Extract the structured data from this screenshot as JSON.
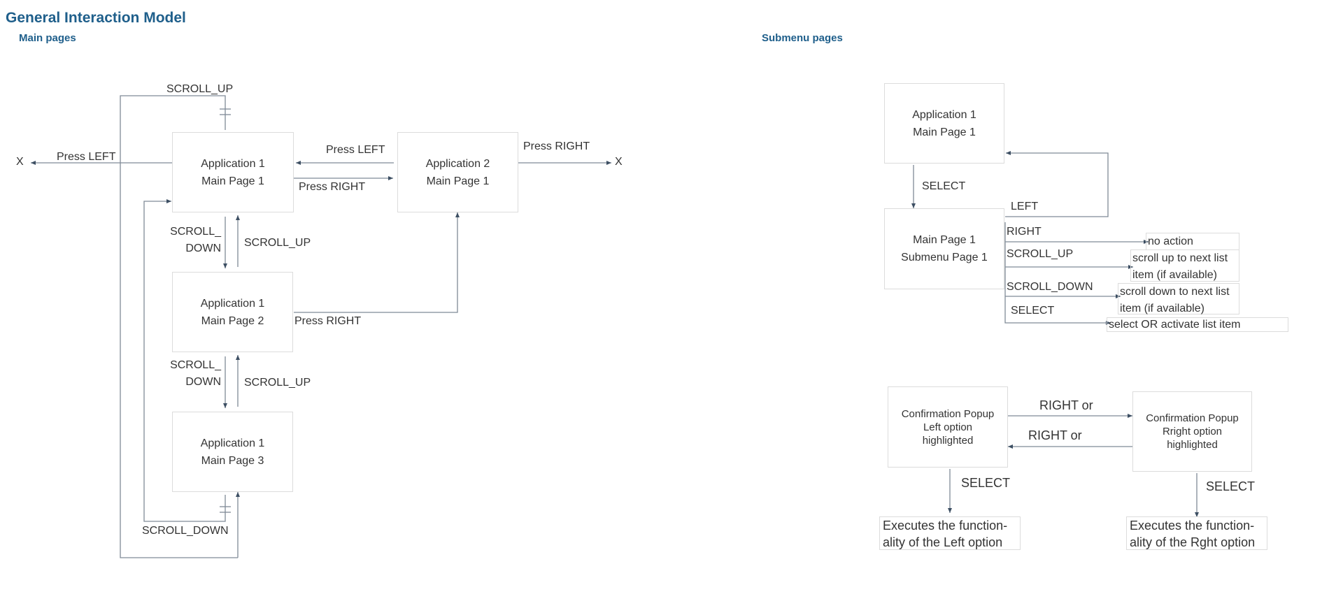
{
  "header": {
    "title": "General Interaction Model",
    "main_pages": "Main pages",
    "submenu_pages": "Submenu pages"
  },
  "main": {
    "app1_page1": {
      "line1": "Application 1",
      "line2": "Main Page 1"
    },
    "app1_page2": {
      "line1": "Application 1",
      "line2": "Main Page 2"
    },
    "app1_page3": {
      "line1": "Application 1",
      "line2": "Main Page 3"
    },
    "app2_page1": {
      "line1": "Application 2",
      "line2": "Main Page 1"
    },
    "exit_left": "X",
    "exit_right": "X",
    "press_left_exit": "Press LEFT",
    "press_left_back": "Press LEFT",
    "press_right_to_app2": "Press RIGHT",
    "press_right_exit": "Press RIGHT",
    "press_right_from_page2": "Press RIGHT",
    "scroll_up_top": "SCROLL_UP",
    "scroll_down_1_line1": "SCROLL_",
    "scroll_down_1_line2": "DOWN",
    "scroll_up_1": "SCROLL_UP",
    "scroll_down_2_line1": "SCROLL_",
    "scroll_down_2_line2": "DOWN",
    "scroll_up_2": "SCROLL_UP",
    "scroll_down_bottom": "SCROLL_DOWN"
  },
  "submenu": {
    "main_page1": {
      "line1": "Application 1",
      "line2": "Main Page 1"
    },
    "submenu_page1": {
      "line1": "Main Page 1",
      "line2": "Submenu Page 1"
    },
    "select": "SELECT",
    "left": "LEFT",
    "right": "RIGHT",
    "scroll_up": "SCROLL_UP",
    "scroll_down": "SCROLL_DOWN",
    "select2": "SELECT",
    "no_action": "no action",
    "scroll_up_result_line1": "scroll up to next list",
    "scroll_up_result_line2": "item (if available)",
    "scroll_down_result_line1": "scroll down to next list",
    "scroll_down_result_line2": "item (if available)",
    "select_result": "select OR activate list item"
  },
  "popup": {
    "left_box": {
      "line1": "Confirmation Popup",
      "line2": "Left option",
      "line3": "highlighted"
    },
    "right_box": {
      "line1": "Confirmation Popup",
      "line2": "Rright option",
      "line3": "highlighted"
    },
    "right_or_top": "RIGHT or",
    "right_or_bottom": "RIGHT or",
    "select_left": "SELECT",
    "select_right": "SELECT",
    "left_exec_line1": "Executes the function-",
    "left_exec_line2": "ality of the Left option",
    "right_exec_line1": "Executes the function-",
    "right_exec_line2": "ality of the Rght option"
  },
  "colors": {
    "title": "#1f5f8b",
    "line": "#7f8a96",
    "arrow": "#3d4f63",
    "border": "#dcdcdc"
  }
}
